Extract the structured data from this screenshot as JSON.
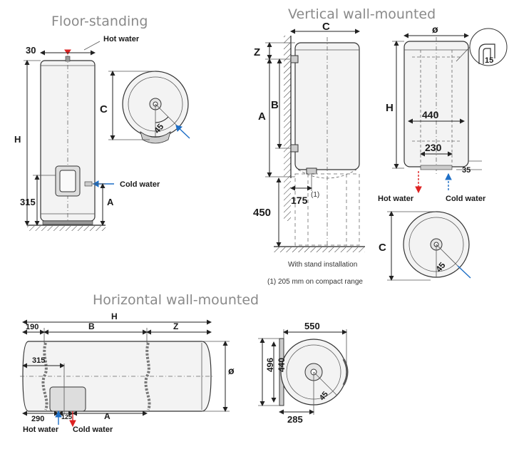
{
  "sections": {
    "floor": "Floor-standing",
    "vertical": "Vertical wall-mounted",
    "horizontal": "Horizontal wall-mounted"
  },
  "labels": {
    "hot_water": "Hot water",
    "cold_water": "Cold water",
    "with_stand": "With stand installation",
    "footnote": "(1) 205 mm on compact range"
  },
  "dims": {
    "d30": "30",
    "H": "H",
    "C": "C",
    "A": "A",
    "B": "B",
    "Z": "Z",
    "d315": "315",
    "d45": "45",
    "phi": "ø",
    "d15": "15",
    "d440": "440",
    "d230": "230",
    "d35": "35",
    "d175": "175",
    "sup1": "(1)",
    "d450": "450",
    "d190": "190",
    "d290": "290",
    "d125": "125",
    "d550": "550",
    "d496": "496",
    "d285": "285"
  },
  "colors": {
    "hot": "#d22222",
    "cold": "#1f6fc6",
    "title": "#8a8a8a"
  }
}
